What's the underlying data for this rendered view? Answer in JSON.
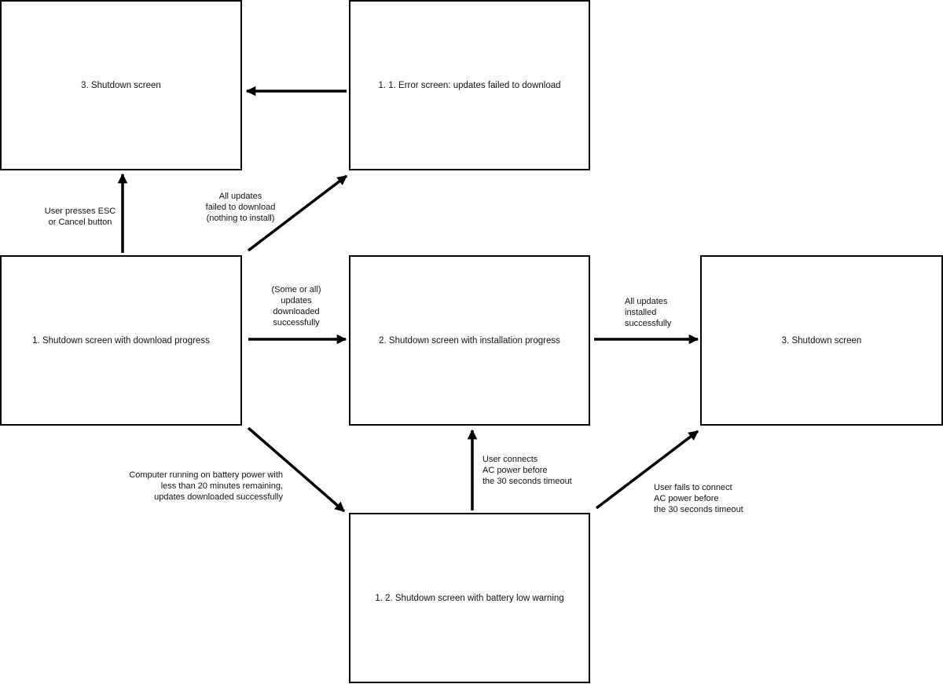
{
  "nodes": {
    "shutdown_top": "3. Shutdown screen",
    "error": "1. 1. Error screen: updates failed to download",
    "download": "1. Shutdown screen with download progress",
    "install": "2. Shutdown screen with installation progress",
    "shutdown_right": "3. Shutdown screen",
    "battery": "1. 2. Shutdown screen with battery low warning"
  },
  "edges": {
    "esc_cancel": "User presses ESC\nor Cancel button",
    "all_failed": "All updates\nfailed to download\n(nothing to install)",
    "downloaded": "(Some or all)\nupdates\ndownloaded\nsuccessfully",
    "installed": "All updates\ninstalled\nsuccessfully",
    "battery_power": "Computer running on battery power with\nless than 20 minutes remaining,\nupdates downloaded successfully",
    "ac_connected": "User connects\nAC power before\nthe 30 seconds timeout",
    "ac_failed": "User fails to connect\nAC power before\nthe 30 seconds timeout"
  },
  "colors": {
    "line": "#000000",
    "background": "#ffffff"
  }
}
